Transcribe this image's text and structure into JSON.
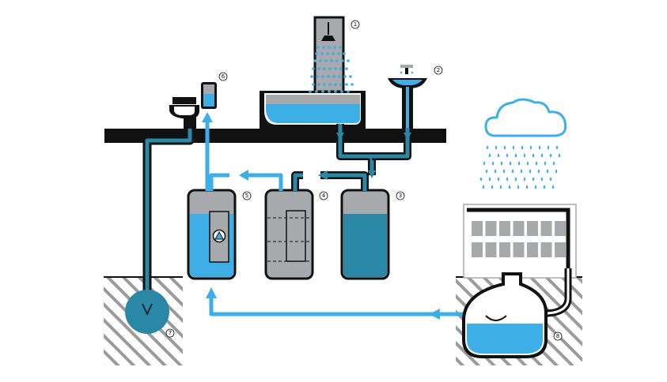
{
  "markers": {
    "shower": "1",
    "basin": "2",
    "tank_grey": "3",
    "filter": "4",
    "tank_clean": "5",
    "toilet_cistern": "6",
    "sewer": "7",
    "rain_cistern": "8"
  },
  "colors": {
    "water_light": "#3daee6",
    "water_dark": "#2b87a6",
    "outline": "#111111",
    "tank_grey": "#a7a9ac",
    "hatch": "#9b9b9b"
  },
  "icons": {
    "shower": "shower-head-icon",
    "toilet": "toilet-icon",
    "basin": "basin-icon",
    "pump": "pump-triangle-icon",
    "cloud": "rain-cloud-icon",
    "house": "house-facade-icon"
  }
}
